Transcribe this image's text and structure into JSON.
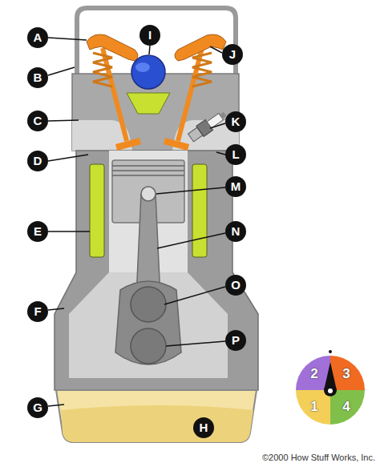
{
  "diagram": {
    "labels": [
      "A",
      "B",
      "C",
      "D",
      "E",
      "F",
      "G",
      "H",
      "I",
      "J",
      "K",
      "L",
      "M",
      "N",
      "O",
      "P",
      "2",
      "3",
      "1",
      "4",
      "©2000 How Stuff Works, Inc."
    ]
  }
}
